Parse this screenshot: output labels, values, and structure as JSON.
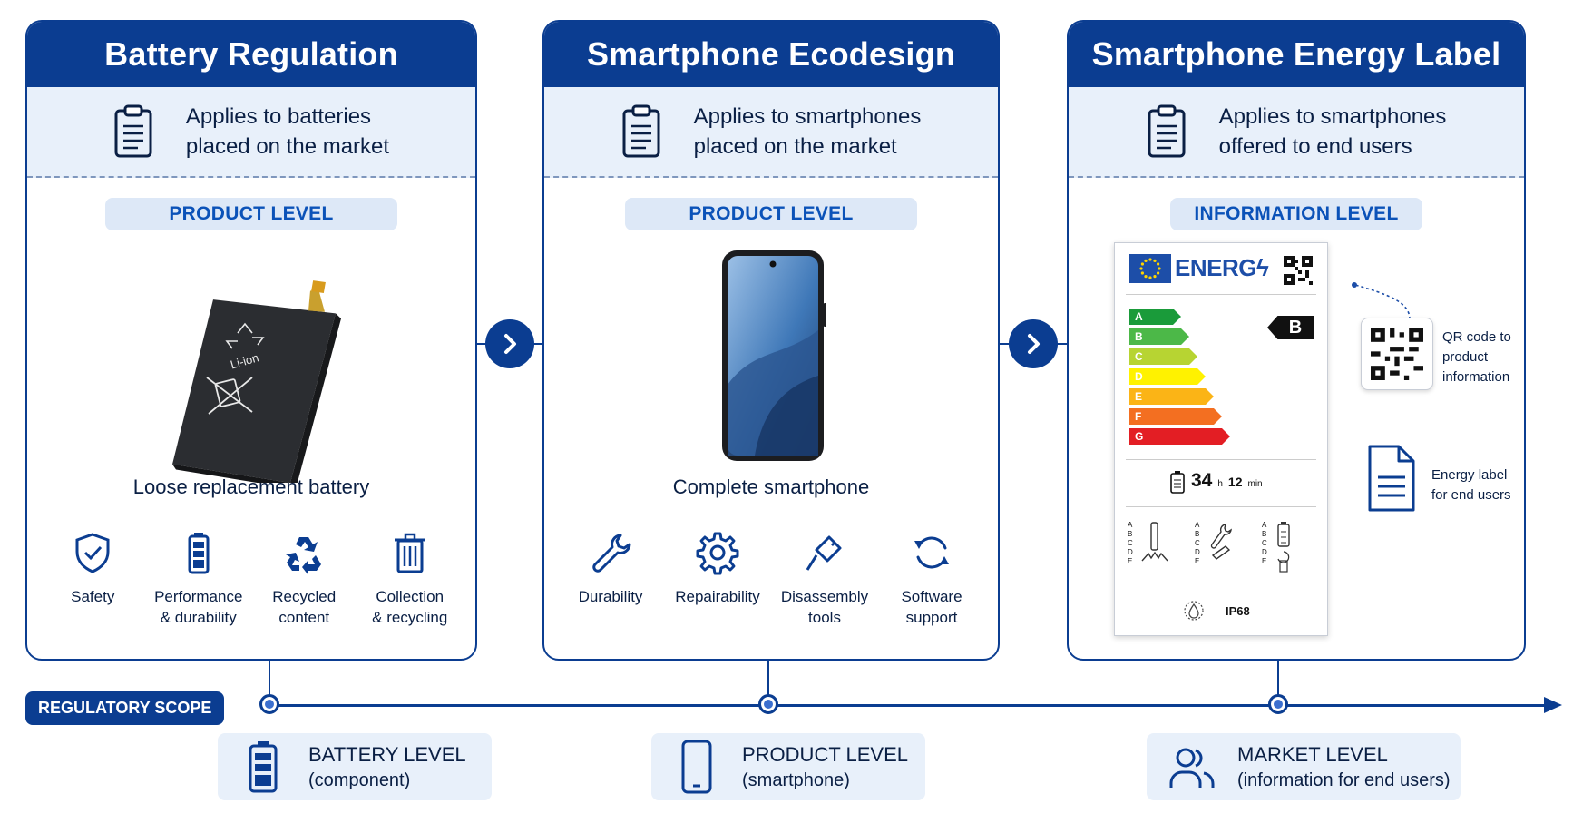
{
  "panels": [
    {
      "title": "Battery Regulation",
      "applies": "Applies to batteries\nplaced on the market",
      "level": "PRODUCT LEVEL",
      "caption": "Loose replacement battery",
      "battery_marking": "Li-ion",
      "features": [
        {
          "label": "Safety",
          "icon": "shield-check-icon"
        },
        {
          "label": "Performance\n& durability",
          "icon": "battery-icon"
        },
        {
          "label": "Recycled\ncontent",
          "icon": "recycle-icon"
        },
        {
          "label": "Collection\n& recycling",
          "icon": "trash-bin-icon"
        }
      ]
    },
    {
      "title": "Smartphone Ecodesign",
      "applies": "Applies to smartphones\nplaced on the market",
      "level": "PRODUCT LEVEL",
      "caption": "Complete smartphone",
      "features": [
        {
          "label": "Durability",
          "icon": "wrench-icon"
        },
        {
          "label": "Repairability",
          "icon": "gear-icon"
        },
        {
          "label": "Disassembly\ntools",
          "icon": "screwdriver-icon"
        },
        {
          "label": "Software\nsupport",
          "icon": "sync-icon"
        }
      ]
    },
    {
      "title": "Smartphone Energy Label",
      "applies": "Applies to smartphones\noffered to end users",
      "level": "INFORMATION LEVEL",
      "energy_label": {
        "brand": "ENERG",
        "classes": [
          "A",
          "B",
          "C",
          "D",
          "E",
          "F",
          "G"
        ],
        "class_colors": [
          "#1a9b3a",
          "#4cb848",
          "#b7d432",
          "#fff200",
          "#fbb416",
          "#f36f21",
          "#e31e24"
        ],
        "rating": "B",
        "battery_hours": "34",
        "hours_unit": "h",
        "battery_minutes": "12",
        "minutes_unit": "min",
        "scale_letters": [
          "A",
          "B",
          "C",
          "D",
          "E"
        ],
        "ip_rating": "IP68"
      },
      "qr_note": "QR code to\nproduct\ninformation",
      "label_note": "Energy label\nfor end users"
    }
  ],
  "scope_label": "REGULATORY SCOPE",
  "levels": [
    {
      "title": "BATTERY LEVEL",
      "sub": "(component)",
      "icon": "battery-icon"
    },
    {
      "title": "PRODUCT LEVEL",
      "sub": "(smartphone)",
      "icon": "smartphone-icon"
    },
    {
      "title": "MARKET LEVEL",
      "sub": "(information for end users)",
      "icon": "users-icon"
    }
  ],
  "colors": {
    "primary": "#0b3d91",
    "accent": "#0b52b8",
    "light": "#e8f0fa"
  }
}
